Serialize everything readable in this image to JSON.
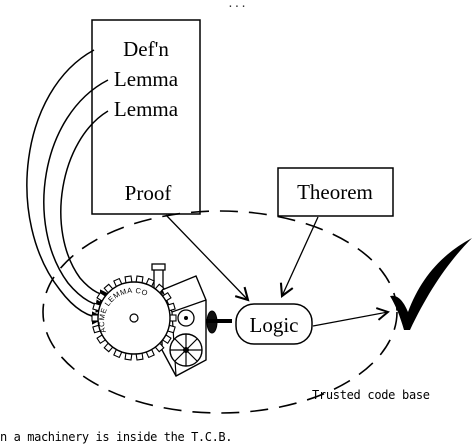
{
  "header_fragment": "...",
  "proof_box": {
    "lines": [
      "Def'n",
      "Lemma",
      "Lemma"
    ],
    "proof_label": "Proof"
  },
  "theorem_box": {
    "label": "Theorem"
  },
  "logic_box": {
    "label": "Logic"
  },
  "machine": {
    "gear_text": "ACME LEMMA CO"
  },
  "tcb_label": "Trusted code base",
  "caption_fragment": "n a machinery is inside the T.C.B.",
  "checkmark": "✔"
}
